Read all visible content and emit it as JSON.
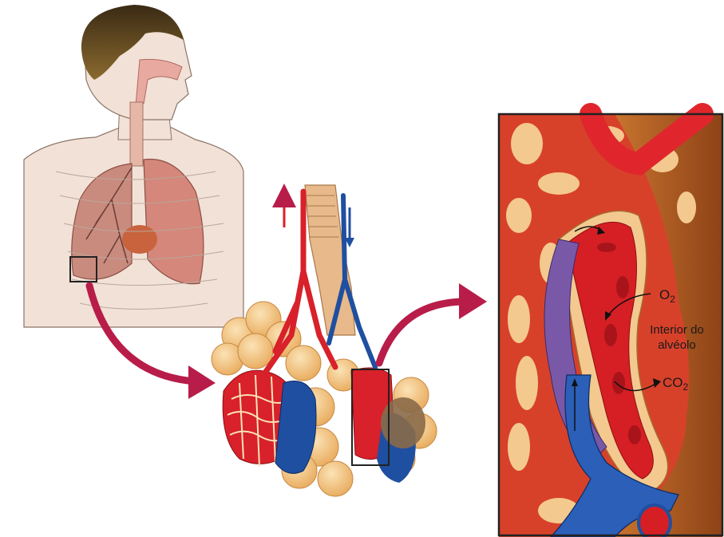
{
  "labels": {
    "o2": {
      "main": "O",
      "sub": "2"
    },
    "interior_line1": "Interior do",
    "interior_line2": "alvéolo",
    "co2": {
      "main": "CO",
      "sub": "2"
    }
  },
  "colors": {
    "artery": "#d8212a",
    "vein": "#1f4fa0",
    "alveolus": "#f5c98a",
    "skin": "#f2e1d6",
    "arrow": "#b81d4a",
    "tissue": "#a8501e"
  }
}
